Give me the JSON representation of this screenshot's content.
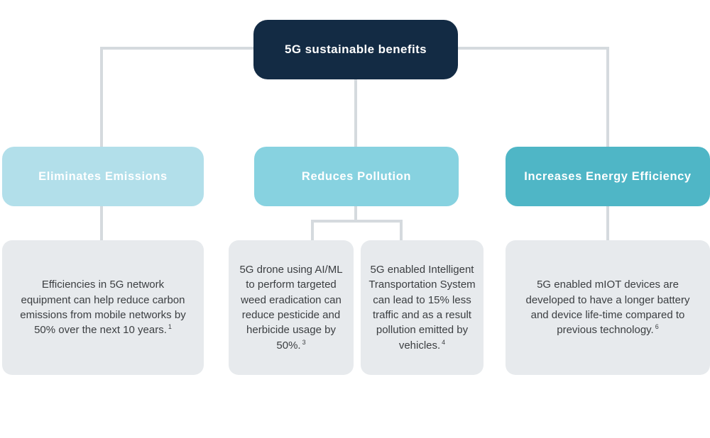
{
  "diagram": {
    "title": "5G sustainable benefits",
    "colors": {
      "root_bg": "#132b44",
      "branch1_bg": "#b2dfea",
      "branch2_bg": "#87d2e0",
      "branch3_bg": "#4fb6c6",
      "card_bg": "#e7eaed",
      "connector": "#d5dade",
      "card_text": "#3b3e41",
      "header_text": "#ffffff"
    },
    "branches": [
      {
        "label": "Eliminates Emissions",
        "cards": [
          {
            "text": "Efficiencies in 5G network equipment can help reduce carbon emissions from mobile networks by 50% over the next 10 years.",
            "footnote": "1"
          }
        ]
      },
      {
        "label": "Reduces Pollution",
        "cards": [
          {
            "text": "5G drone using AI/ML to perform targeted weed eradication can reduce pesticide and herbicide usage by 50%.",
            "footnote": "3"
          },
          {
            "text": "5G enabled Intelligent Transportation System can lead to 15% less traffic and as a result pollution emitted by vehicles.",
            "footnote": "4"
          }
        ]
      },
      {
        "label": "Increases Energy Efficiency",
        "cards": [
          {
            "text": "5G enabled mIOT devices are developed to have a longer battery and device life-time compared to previous technology.",
            "footnote": "6"
          }
        ]
      }
    ]
  }
}
